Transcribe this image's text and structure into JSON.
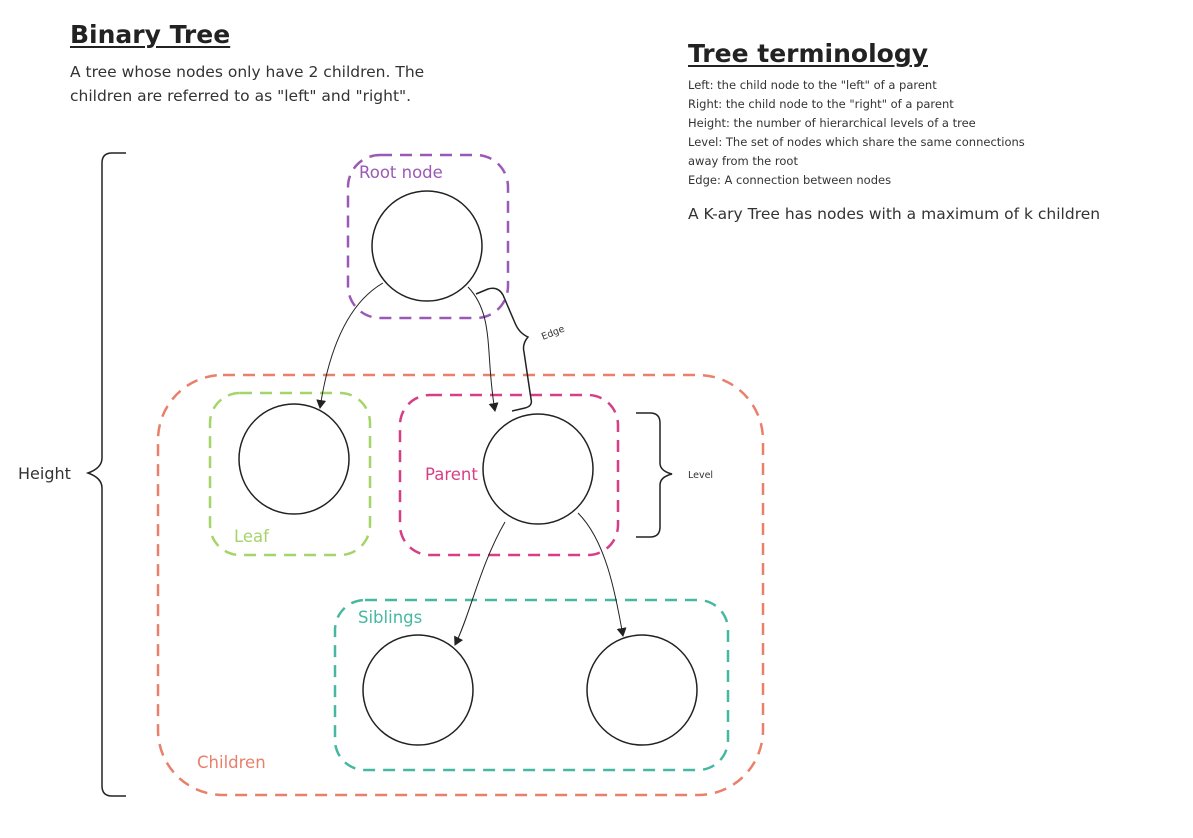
{
  "binary_tree": {
    "title": "Binary Tree",
    "description": "A tree whose nodes only have 2 children. The children are referred to as \"left\" and \"right\"."
  },
  "terminology": {
    "title": "Tree terminology",
    "definitions": [
      "Left: the child node to the \"left\" of a parent",
      "Right: the child node to the \"right\" of a parent",
      "Height: the number of hierarchical levels of a tree",
      "Level: The set of nodes which share the same connections away from the root",
      "Edge: A connection between nodes"
    ],
    "kary": "A K-ary Tree has nodes with a maximum of k children"
  },
  "diagram": {
    "labels": {
      "root": "Root node",
      "leaf": "Leaf",
      "parent": "Parent",
      "siblings": "Siblings",
      "children": "Children",
      "height": "Height",
      "level": "Level",
      "edge": "Edge"
    },
    "colors": {
      "root": "#9b59b6",
      "leaf": "#a5d46a",
      "parent": "#d63f86",
      "siblings": "#46b8a1",
      "children": "#e8806a",
      "ink": "#222222",
      "text": "#333333"
    }
  }
}
